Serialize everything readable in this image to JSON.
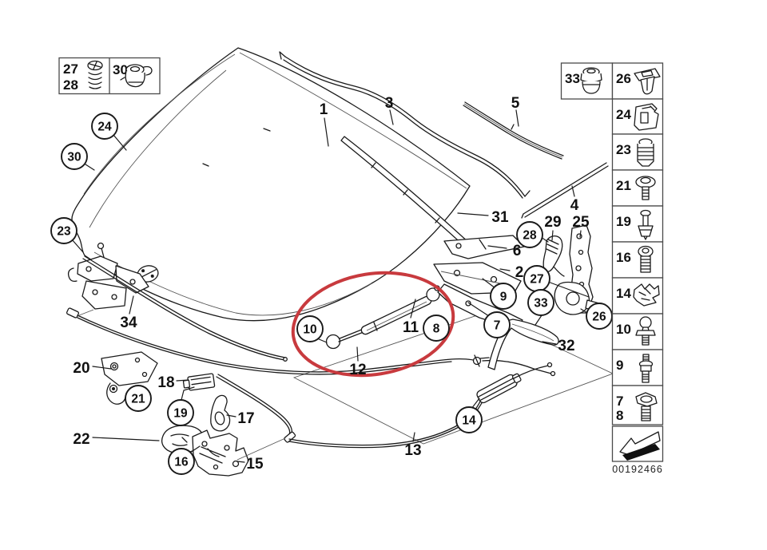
{
  "doc": {
    "code": "00192466"
  },
  "colors": {
    "highlight": "#c83a3e",
    "line": "#1a1a1a"
  },
  "inset": {
    "num_top": "27",
    "num_bottom": "28",
    "num_right": "30"
  },
  "labels": {
    "n1": "1",
    "n2": "2",
    "n3": "3",
    "n4": "4",
    "n5": "5",
    "n6": "6",
    "n11": "11",
    "n12": "12",
    "n13": "13",
    "n15": "15",
    "n17": "17",
    "n18": "18",
    "n20": "20",
    "n22": "22",
    "n25": "25",
    "n29": "29",
    "n31": "31",
    "n32": "32",
    "n34": "34"
  },
  "callouts": {
    "n7": "7",
    "n8": "8",
    "n9": "9",
    "n10": "10",
    "n14": "14",
    "n16": "16",
    "n19": "19",
    "n21": "21",
    "n23": "23",
    "n24": "24",
    "n26": "26",
    "n27": "27",
    "n28": "28",
    "n30": "30",
    "n33": "33"
  },
  "legend": {
    "c33": "33",
    "c26": "26",
    "c24": "24",
    "c23": "23",
    "c21": "21",
    "c19": "19",
    "c16": "16",
    "c14": "14",
    "c10": "10",
    "c9": "9",
    "c7": "7",
    "c8": "8"
  },
  "icons": {
    "inset_screw": "oval-head-screw-icon",
    "inset_grommet": "grommet-icon",
    "legend_33": "rubber-buffer-icon",
    "legend_26": "expanding-rivet-icon",
    "legend_24": "spring-clip-icon",
    "legend_23": "ribbed-plug-icon",
    "legend_21": "washer-head-screw-icon",
    "legend_19": "expansion-rivet-icon",
    "legend_16": "torx-bolt-icon",
    "legend_14": "cable-clip-icon",
    "legend_10": "ball-stud-icon",
    "legend_9": "collar-stud-icon",
    "legend_78": "hex-bolt-icon",
    "legend_arrow": "direction-arrow-icon"
  }
}
